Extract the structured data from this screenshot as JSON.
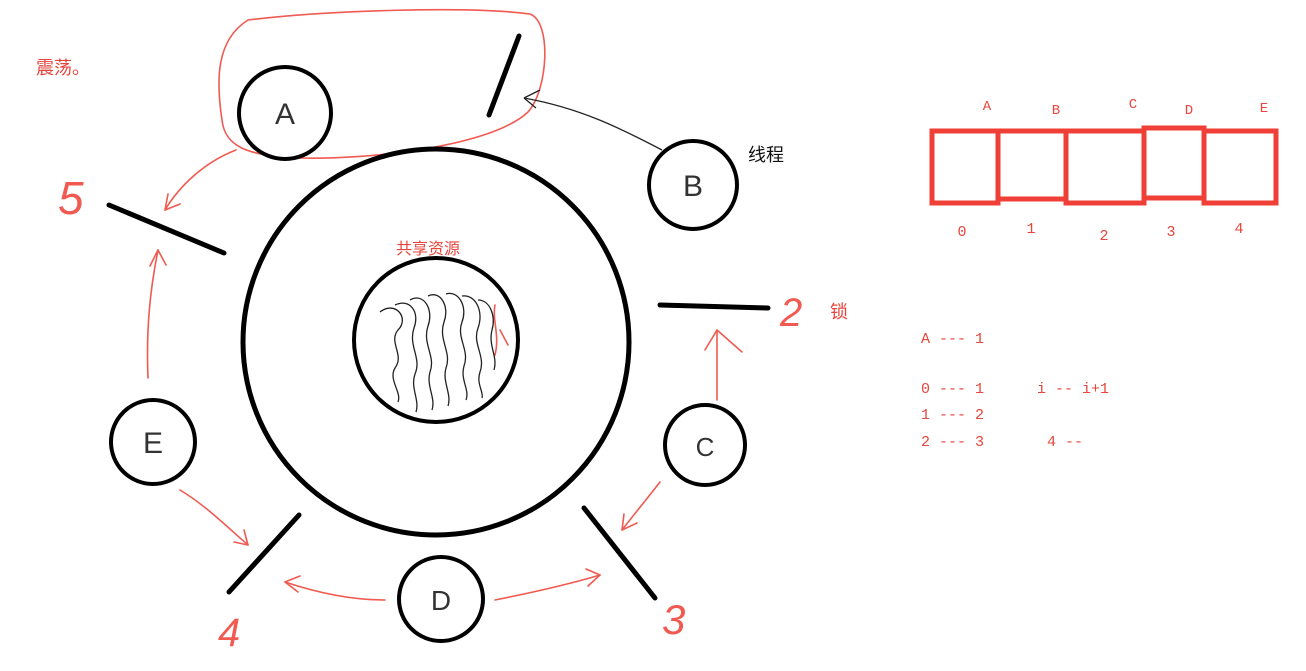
{
  "annotation": {
    "oscillation": "震荡。"
  },
  "center": {
    "shared_resource_label": "共享资源"
  },
  "labels": {
    "thread": "线程",
    "lock": "锁"
  },
  "threads": [
    {
      "id": "A",
      "letter": "A"
    },
    {
      "id": "B",
      "letter": "B"
    },
    {
      "id": "C",
      "letter": "C"
    },
    {
      "id": "D",
      "letter": "D"
    },
    {
      "id": "E",
      "letter": "E"
    }
  ],
  "locks": [
    {
      "id": "lock-5",
      "number": "5"
    },
    {
      "id": "lock-2",
      "number": "2"
    },
    {
      "id": "lock-3",
      "number": "3"
    },
    {
      "id": "lock-4",
      "number": "4"
    }
  ],
  "array": {
    "letters": [
      "A",
      "B",
      "C",
      "D",
      "E"
    ],
    "indices": [
      "0",
      "1",
      "2",
      "3",
      "4"
    ]
  },
  "mapping": {
    "line1": "A --- 1",
    "line2": "0 --- 1",
    "line2b": "i -- i+1",
    "line3": "1 --- 2",
    "line4": "2 --- 3",
    "line4b": "4 --"
  },
  "colors": {
    "ink": "#000000",
    "accent": "#e8453c",
    "pen": "#f05a50"
  }
}
